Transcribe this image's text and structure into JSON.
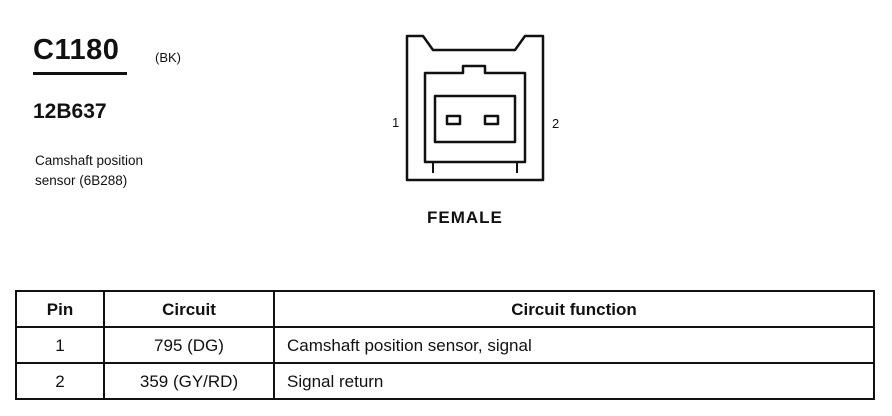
{
  "connector": {
    "id": "C1180",
    "color_code": "(BK)",
    "part_number": "12B637",
    "description_lines": [
      "Camshaft position",
      "sensor (6B288)"
    ]
  },
  "diagram": {
    "pin_left": "1",
    "pin_right": "2",
    "gender": "FEMALE"
  },
  "table": {
    "headers": [
      "Pin",
      "Circuit",
      "Circuit function"
    ],
    "rows": [
      {
        "pin": "1",
        "circuit": "795 (DG)",
        "function": "Camshaft position sensor, signal"
      },
      {
        "pin": "2",
        "circuit": "359 (GY/RD)",
        "function": "Signal return"
      }
    ]
  }
}
